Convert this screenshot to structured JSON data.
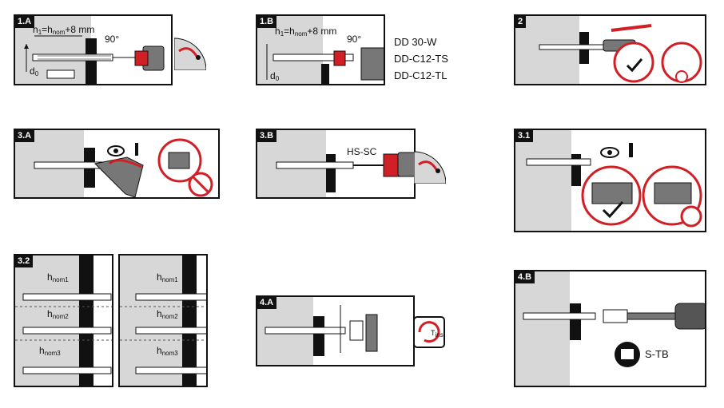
{
  "colors": {
    "accent": "#d11f26",
    "concrete": "#d7d7d7",
    "steel": "#777777",
    "dark": "#111111"
  },
  "icons": [
    "drill-icon",
    "hammer-icon",
    "eye-icon",
    "warning-icon",
    "no-symbol-icon",
    "check-icon",
    "torque-wrench-icon",
    "manual-icon"
  ],
  "panels": {
    "p1a": {
      "tag": "1.A",
      "h1": "h",
      "h1_sub": "1",
      "h_eq": "=h",
      "nom": "nom",
      "plus": "+8 mm",
      "angle": "90°",
      "d0": "d",
      "d0_sub": "0"
    },
    "p1b": {
      "tag": "1.B",
      "h1": "h",
      "h1_sub": "1",
      "h_eq": "=h",
      "nom": "nom",
      "plus": "+8 mm",
      "angle": "90°",
      "d0": "d",
      "d0_sub": "0",
      "tools": [
        "DD 30-W",
        "DD-C12-TS",
        "DD-C12-TL"
      ]
    },
    "p2": {
      "tag": "2"
    },
    "p3a": {
      "tag": "3.A"
    },
    "p3b": {
      "tag": "3.B",
      "tool": "HS-SC"
    },
    "p31": {
      "tag": "3.1"
    },
    "p32": {
      "tag": "3.2",
      "rows": [
        {
          "h": "h",
          "sub": "nom1"
        },
        {
          "h": "h",
          "sub": "nom2"
        },
        {
          "h": "h",
          "sub": "nom3"
        }
      ]
    },
    "p4a": {
      "tag": "4.A",
      "t": "T",
      "t_sub": "inst"
    },
    "p4b": {
      "tag": "4.B",
      "tool": "S-TB"
    }
  }
}
